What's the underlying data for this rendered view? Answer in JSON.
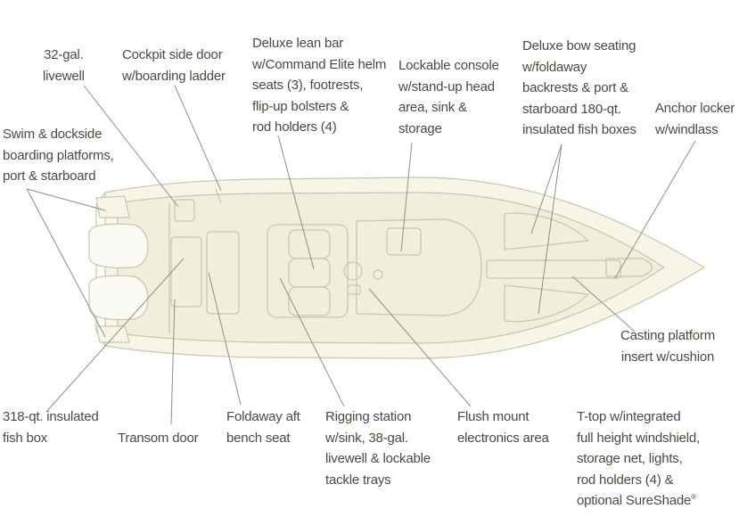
{
  "callouts": {
    "livewell_32gal": "32-gal.\nlivewell",
    "cockpit_side_door": "Cockpit side door\nw/boarding ladder",
    "lean_bar": "Deluxe lean bar\nw/Command Elite helm\nseats (3), footrests,\nflip-up bolsters &\nrod holders (4)",
    "console": "Lockable console\nw/stand-up head\narea, sink &\nstorage",
    "bow_seating": "Deluxe bow seating\nw/foldaway\nbackrests & port &\nstarboard 180-qt.\ninsulated fish boxes",
    "anchor_locker": "Anchor locker\nw/windlass",
    "swim_platforms": "Swim & dockside\nboarding platforms,\nport & starboard",
    "casting_platform": "Casting platform\ninsert w/cushion",
    "fish_box_318": "318-qt. insulated\nfish box",
    "transom_door": "Transom door",
    "foldaway_bench": "Foldaway aft\nbench seat",
    "rigging_station": "Rigging station\nw/sink, 38-gal.\nlivewell & lockable\ntackle trays",
    "flush_mount": "Flush mount\nelectronics area",
    "t_top": "T-top w/integrated\nfull height windshield,\nstorage net, lights,\nrod holders (4) &\noptional SureShade",
    "t_top_mark": "®"
  },
  "colors": {
    "hull_fill": "#f7f5e6",
    "deck_fill": "#f1eedb",
    "hull_stroke": "#c9c6ad",
    "engine_fill": "#fbfaf4",
    "leader": "#8f8f84",
    "text": "#4a4a40"
  }
}
